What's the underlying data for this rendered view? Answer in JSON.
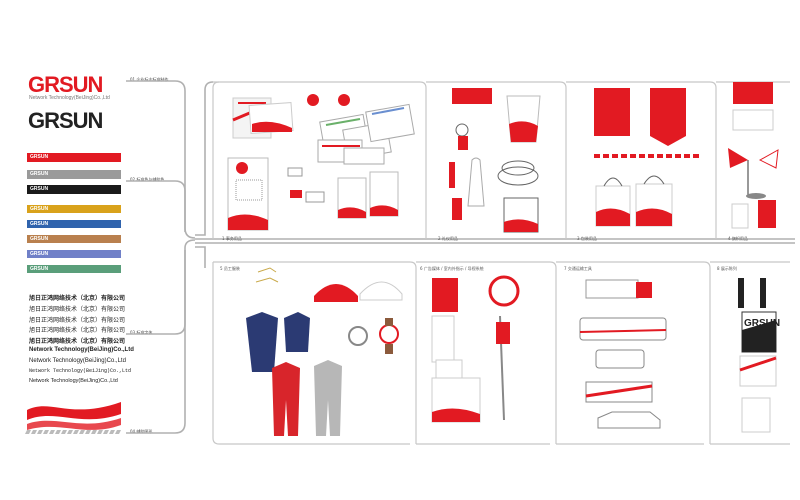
{
  "brand": {
    "logo_text": "GRSUN",
    "tagline": "Network Technology(BeiJing)Co.,Ltd",
    "red": "#e21a22",
    "dark": "#222222",
    "gray": "#8a8a8a"
  },
  "sections": {
    "logo": "01 企业标志标准制作",
    "colors": "02 标准色与辅助色",
    "fonts": "03 标准字体",
    "pattern": "04 辅助图形"
  },
  "color_bands": [
    {
      "label": "GRSUN",
      "color": "#e21a22"
    },
    {
      "label": "GRSUN",
      "color": "#9a9a9a"
    },
    {
      "label": "GRSUN",
      "color": "#1a1a1a"
    }
  ],
  "accent_chips": [
    {
      "label": "GRSUN",
      "color": "#d9a21b"
    },
    {
      "label": "GRSUN",
      "color": "#2f63ad"
    },
    {
      "label": "GRSUN",
      "color": "#b9804e"
    },
    {
      "label": "GRSUN",
      "color": "#7080c8"
    },
    {
      "label": "GRSUN",
      "color": "#5a9e7a"
    }
  ],
  "font_samples": [
    "旭日正鸿网络技术（北京）有限公司",
    "旭日正鸿网络技术（北京）有限公司",
    "旭日正鸿网络技术（北京）有限公司",
    "旭日正鸿网络技术（北京）有限公司",
    "旭日正鸿网络技术（北京）有限公司",
    "Network Technology(BeiJing)Co.,Ltd",
    "Network Technology(BeiJing)Co.,Ltd",
    "Network Technology(BeiJing)Co.,Ltd",
    "Network Technology(BeiJing)Co.,Ltd"
  ],
  "panel_labels": {
    "office": "1 事务用品",
    "gifts": "2 礼仪用品",
    "packaging": "3 包装用品",
    "flags": "4 旗帜用品",
    "uniform": "5 员工服装",
    "signage": "6 广告媒体 / 室内外指示 / 导视系统",
    "vehicles": "7 交通运输工具",
    "display": "8 展示陈列"
  },
  "sign_text": "GRSUN"
}
